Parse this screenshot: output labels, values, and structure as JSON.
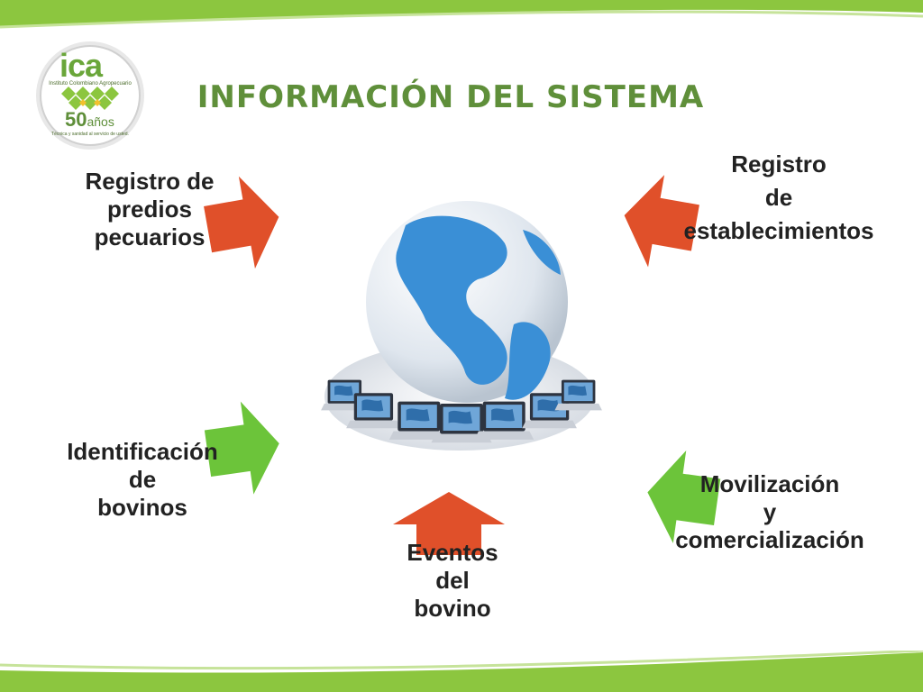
{
  "slide": {
    "title": "INFORMACIÓN DEL SISTEMA"
  },
  "logo": {
    "name": "ica",
    "subtitle": "Instituto Colombiano Agropecuario",
    "years_number": "50",
    "years_word": "años",
    "tagline": "Técnica y sanidad al servicio de usted."
  },
  "nodes": {
    "predios": {
      "lines": [
        "Registro de",
        "predios",
        "pecuarios"
      ]
    },
    "establecimientos": {
      "lines": [
        "Registro",
        "de",
        "establecimientos"
      ]
    },
    "identificacion": {
      "lines": [
        "Identificación",
        "de",
        "bovinos"
      ]
    },
    "eventos": {
      "lines": [
        "Eventos",
        "del",
        "bovino"
      ]
    },
    "movilizacion": {
      "lines": [
        "Movilización",
        "y",
        "comercialización"
      ]
    }
  },
  "colors": {
    "green_accent": "#8cc63f",
    "title_green": "#5f8f3a",
    "arrow_red": "#e0502a",
    "arrow_green": "#6cc43a",
    "globe_blue": "#3a8fd6"
  },
  "icons": {
    "globe": "globe-network-icon",
    "laptop": "laptop-icon",
    "arrow_in": "arrow-icon"
  }
}
